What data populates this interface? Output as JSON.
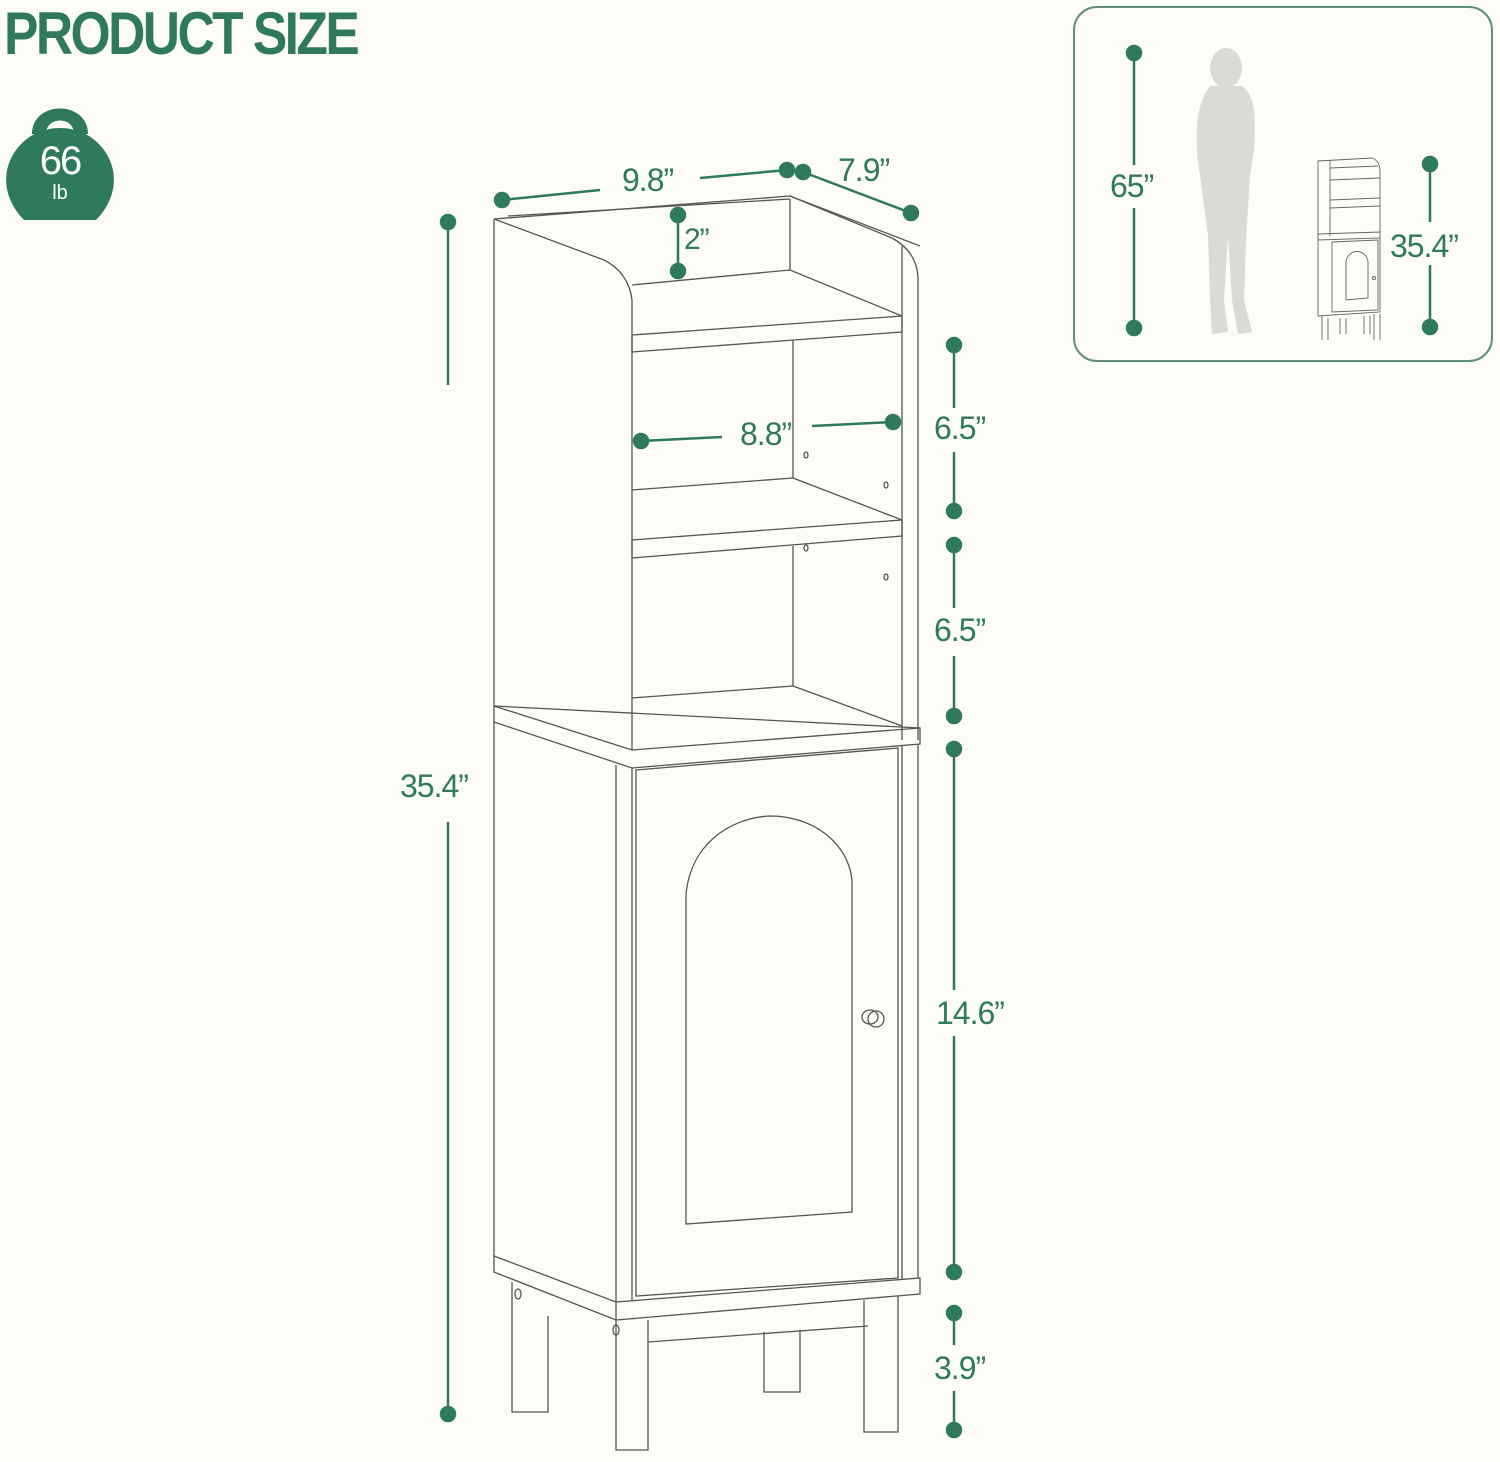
{
  "header": {
    "title": "PRODUCT SIZE"
  },
  "weight_badge": {
    "value": "66",
    "unit": "lb",
    "icon": "kettlebell-icon"
  },
  "colors": {
    "accent": "#2f7a5d",
    "background": "#fefcf7",
    "line": "#555555",
    "silhouette": "#dcdad6"
  },
  "dimensions": {
    "width": "9.8”",
    "depth": "7.9”",
    "top_lip": "2”",
    "inner_width": "8.8”",
    "shelf_upper": "6.5”",
    "shelf_lower": "6.5”",
    "total_height": "35.4”",
    "cabinet_height": "14.6”",
    "leg_height": "3.9”"
  },
  "scale_comparison": {
    "person_height": "65”",
    "cabinet_height": "35.4”"
  }
}
